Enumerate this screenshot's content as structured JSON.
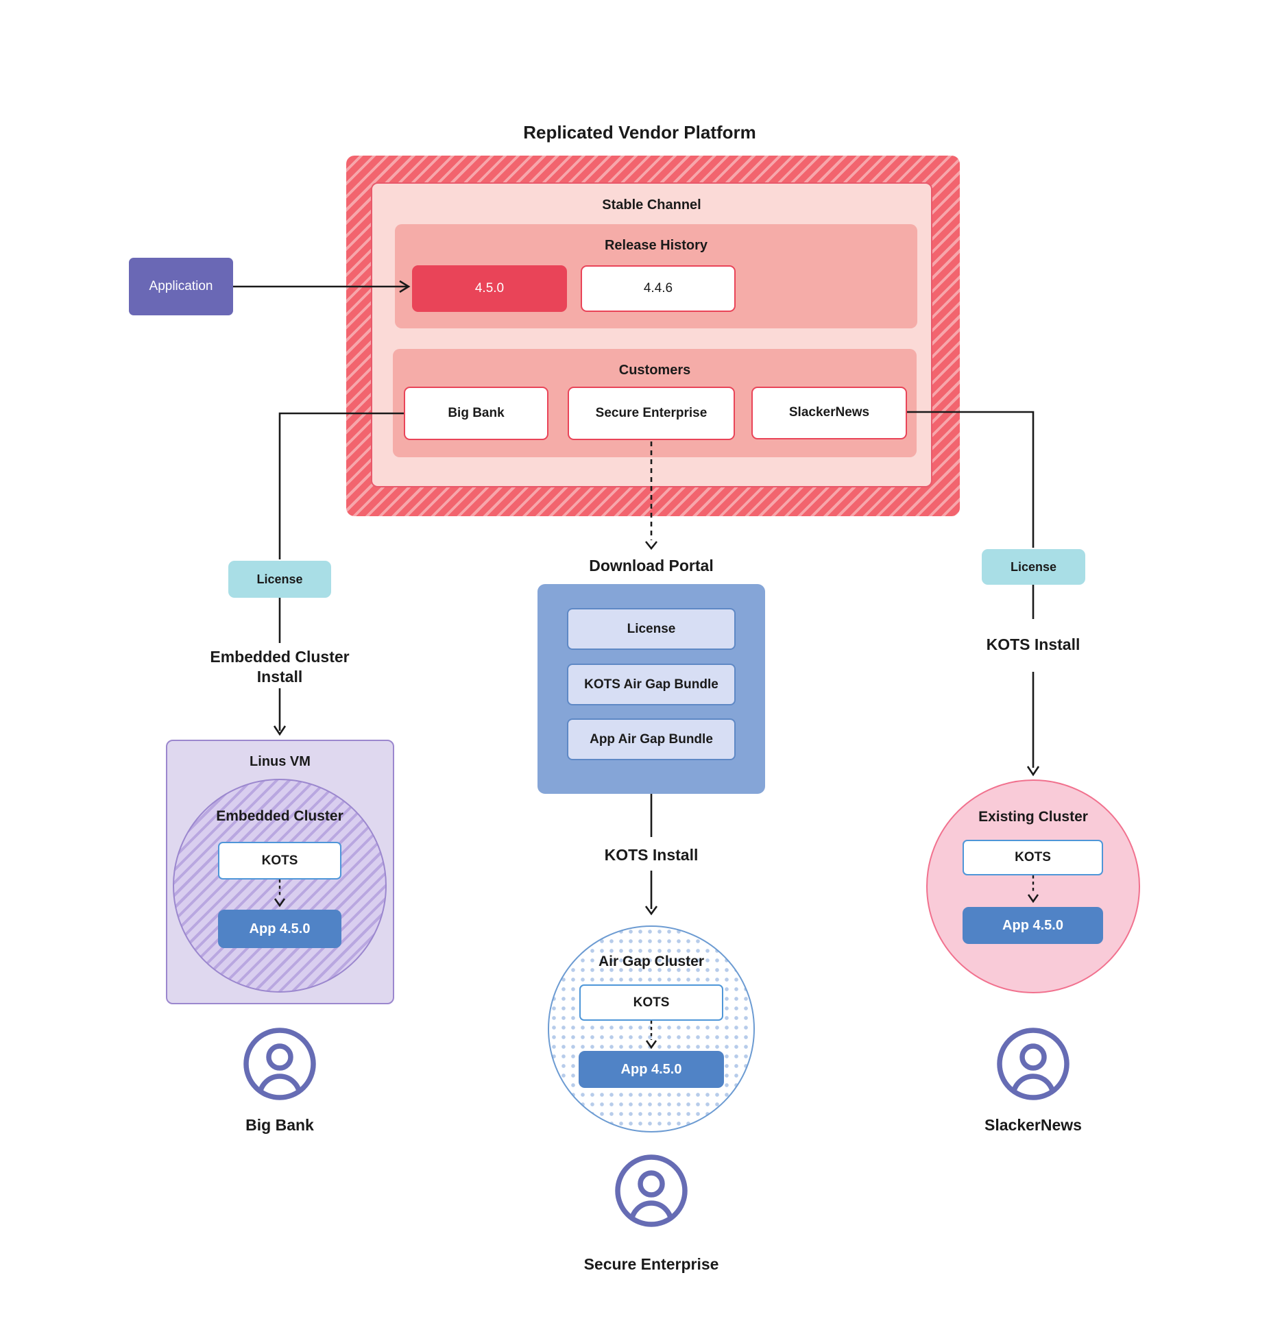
{
  "title": "Replicated Vendor Platform",
  "colors": {
    "platform_red": "#F2646E",
    "platform_stripe": "#F7A6AB",
    "stable_pink": "#FBDAD7",
    "panel_salmon": "#F5ACA8",
    "release_red": "#E94458",
    "application_indigo": "#6A68B5",
    "license_teal": "#A9DEE6",
    "portal_blue": "#85A5D7",
    "portal_item_lavender": "#D7DEF4",
    "app_blue": "#5083C6",
    "kots_border_blue": "#4E96D8",
    "vm_purple": "#DFD8EF",
    "vm_border_purple": "#9B87CE",
    "airgap_border_blue": "#6C9BD2",
    "existing_pink": "#F9CBD8",
    "existing_border_pink": "#F1718E",
    "persona_indigo": "#666CB4"
  },
  "application": {
    "label": "Application"
  },
  "platform": {
    "stable_channel_label": "Stable Channel",
    "release_history": {
      "label": "Release History",
      "releases": [
        {
          "version": "4.5.0"
        },
        {
          "version": "4.4.6"
        }
      ]
    },
    "customers": {
      "label": "Customers",
      "items": [
        {
          "name": "Big Bank"
        },
        {
          "name": "Secure Enterprise"
        },
        {
          "name": "SlackerNews"
        }
      ]
    }
  },
  "branches": {
    "left": {
      "license_label": "License",
      "install_label": "Embedded Cluster Install",
      "vm_title": "Linus VM",
      "cluster_title": "Embedded Cluster",
      "kots_label": "KOTS",
      "app_label": "App 4.5.0",
      "persona": "Big Bank"
    },
    "center": {
      "portal_title": "Download Portal",
      "portal_items": [
        "License",
        "KOTS Air Gap Bundle",
        "App Air Gap Bundle"
      ],
      "install_label": "KOTS Install",
      "cluster_title": "Air Gap Cluster",
      "kots_label": "KOTS",
      "app_label": "App 4.5.0",
      "persona": "Secure Enterprise"
    },
    "right": {
      "license_label": "License",
      "install_label": "KOTS Install",
      "cluster_title": "Existing Cluster",
      "kots_label": "KOTS",
      "app_label": "App 4.5.0",
      "persona": "SlackerNews"
    }
  }
}
